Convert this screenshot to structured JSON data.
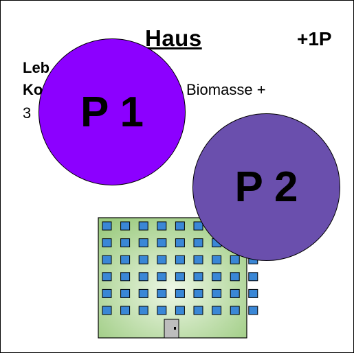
{
  "card": {
    "title": "Haus",
    "bonus": "+1P",
    "line1": "Leb",
    "line2_left": "Ko",
    "line2_right": "Biomasse +",
    "line3": "3"
  },
  "tokens": [
    {
      "label": "P 1",
      "color": "#8c00ff"
    },
    {
      "label": "P 2",
      "color": "#6a4fad"
    }
  ],
  "building": {
    "facade_color": "#b5d79c",
    "window_color": "#3a87d6",
    "door_color": "#bdbdbd",
    "window_rows": 6,
    "window_cols": 9
  }
}
